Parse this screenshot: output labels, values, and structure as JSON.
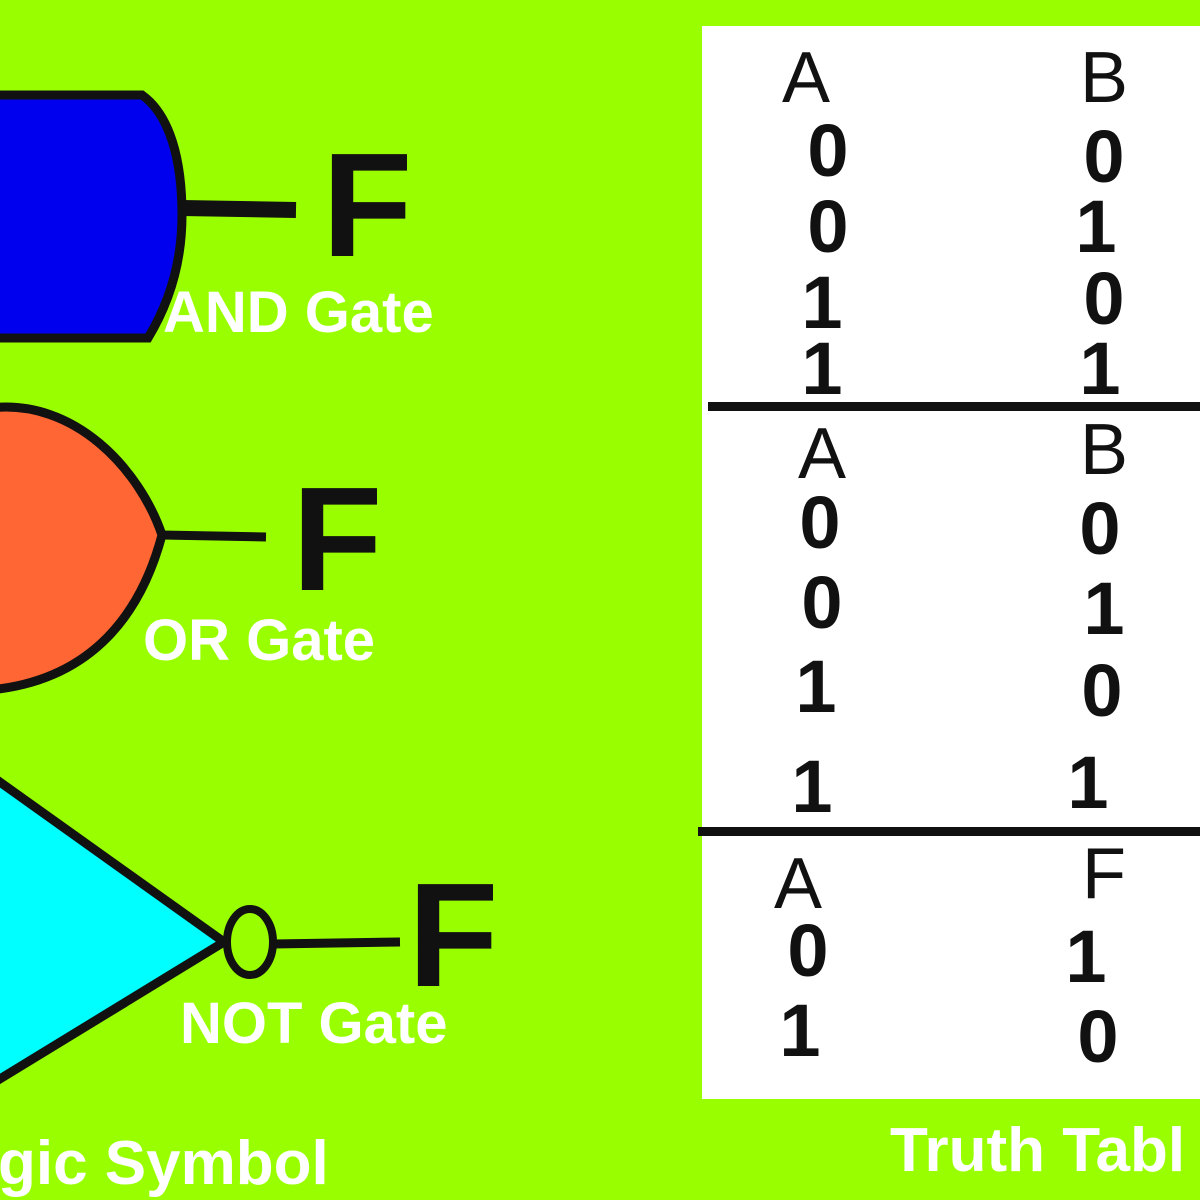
{
  "colors": {
    "background": "#99ff00",
    "and_gate_fill": "#0000ee",
    "or_gate_fill": "#ff6633",
    "not_gate_fill": "#00ffff",
    "outline": "#111111",
    "label_text": "#ffffff"
  },
  "gates": {
    "and": {
      "output": "F",
      "label": "AND Gate"
    },
    "or": {
      "output": "F",
      "label": "OR Gate"
    },
    "not": {
      "output": "F",
      "label": "NOT Gate"
    }
  },
  "captions": {
    "left": "gic Symbol",
    "right": "Truth Tabl"
  },
  "truth_tables": {
    "and": {
      "headers": [
        "A",
        "B"
      ],
      "rows": [
        [
          "0",
          "0"
        ],
        [
          "0",
          "1"
        ],
        [
          "1",
          "0"
        ],
        [
          "1",
          "1"
        ]
      ]
    },
    "or": {
      "headers": [
        "A",
        "B"
      ],
      "rows": [
        [
          "0",
          "0"
        ],
        [
          "0",
          "1"
        ],
        [
          "1",
          "0"
        ],
        [
          "1",
          "1"
        ]
      ]
    },
    "not": {
      "headers": [
        "A",
        "F"
      ],
      "rows": [
        [
          "0",
          "1"
        ],
        [
          "1",
          "0"
        ]
      ]
    }
  }
}
